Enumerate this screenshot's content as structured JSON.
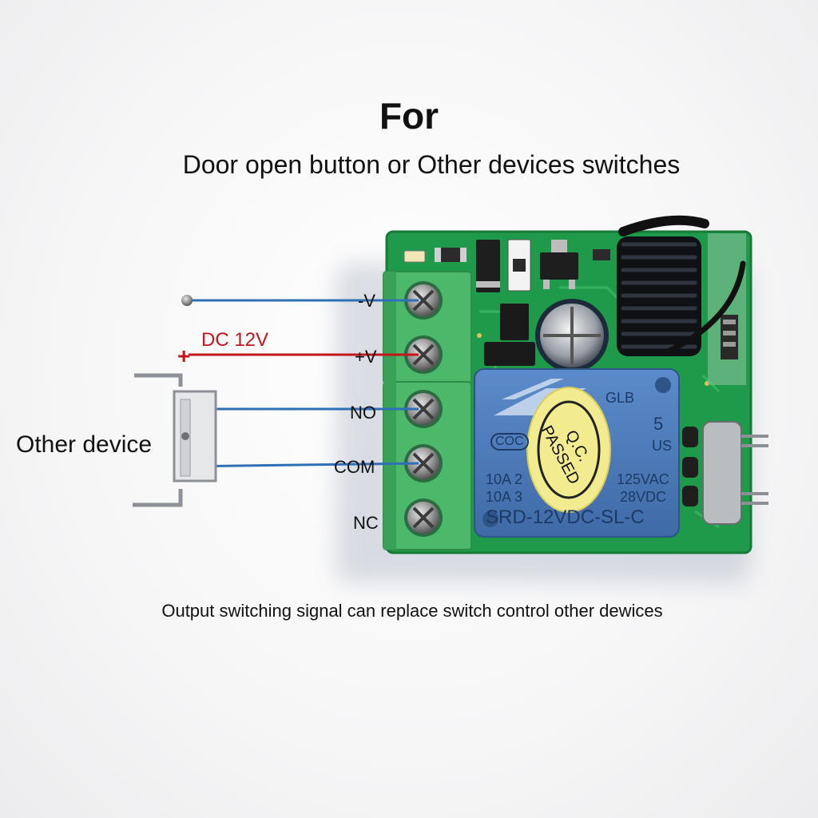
{
  "heading": {
    "title": "For",
    "subtitle": "Door open button or Other devices switches"
  },
  "caption": "Output switching signal can replace switch control other dewices",
  "labels": {
    "other_device": "Other device",
    "dc_supply": "DC 12V",
    "plus_sign": "+"
  },
  "terminals": [
    {
      "label": "-V",
      "wire_color": "#2f6fb5"
    },
    {
      "label": "+V",
      "wire_color": "#c4161c"
    },
    {
      "label": "NO",
      "wire_color": "#2f6fb5"
    },
    {
      "label": "COM",
      "wire_color": "#2f6fb5"
    },
    {
      "label": "NC",
      "wire_color": ""
    }
  ],
  "relay": {
    "brand": "GLB",
    "model": "SRD-12VDC-SL-C",
    "rating_line_1": "10A 2",
    "rating_line_1_right": "125VAC",
    "rating_line_2": "10A 3",
    "rating_line_2_right": "28VDC",
    "digit": "5",
    "us_mark": "US",
    "coc_mark": "COC",
    "qc_sticker_line_1": "Q.C.",
    "qc_sticker_line_2": "PASSED"
  },
  "colors": {
    "pcb_green": "#1f9a4a",
    "terminal_green": "#4cb96a",
    "relay_blue": "#4a78b8",
    "sticker_yellow": "#f3eb8f",
    "positive_red": "#c4161c",
    "wire_blue": "#2f6fb5"
  }
}
